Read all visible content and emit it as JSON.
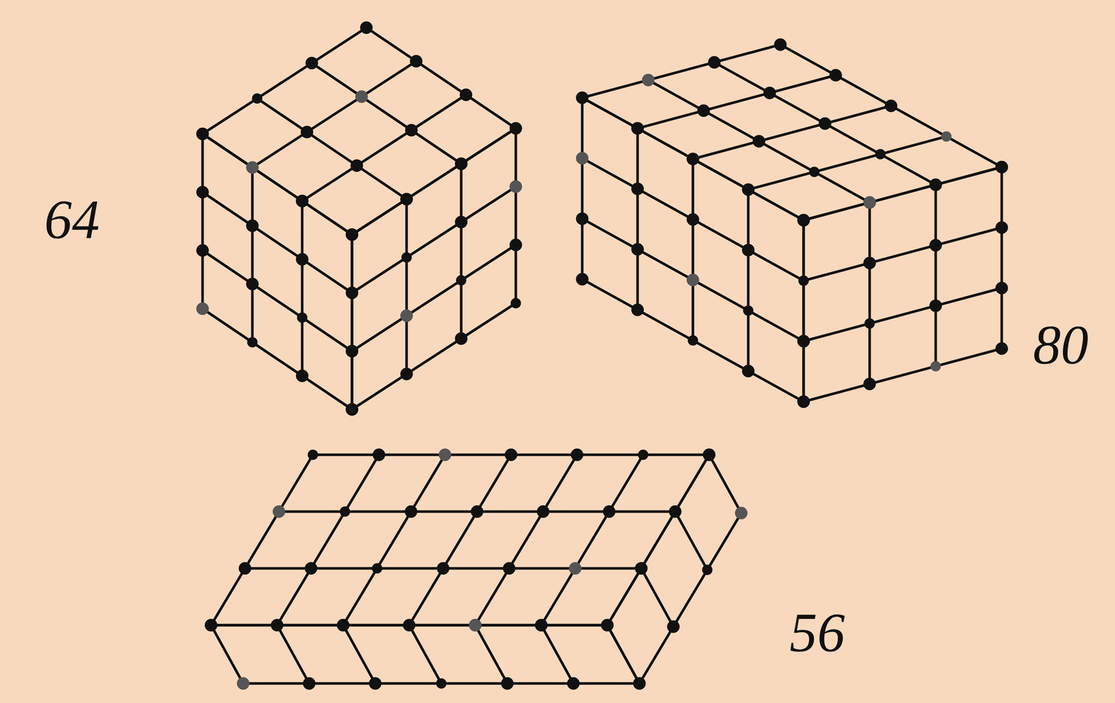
{
  "diagram": {
    "labels": [
      "64",
      "80",
      "56"
    ]
  }
}
